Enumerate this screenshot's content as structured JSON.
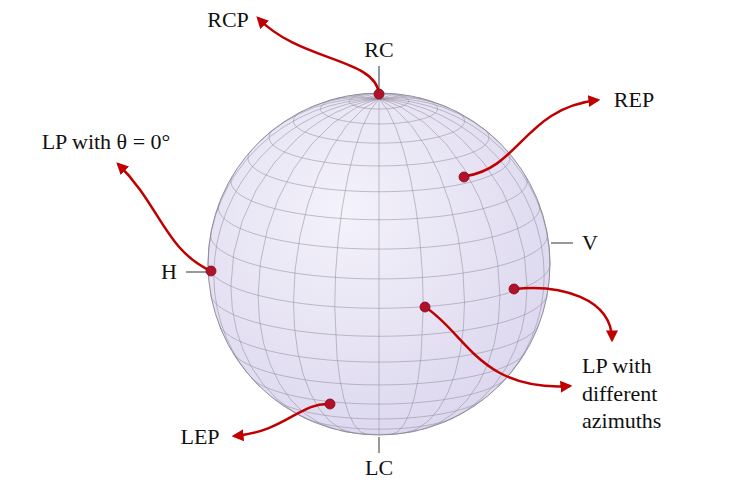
{
  "diagram": {
    "labels": [
      "RCP",
      "RC",
      "REP",
      "LP with θ = 0°",
      "H",
      "V",
      "LP with different azimuths",
      "LEP",
      "LC"
    ]
  }
}
